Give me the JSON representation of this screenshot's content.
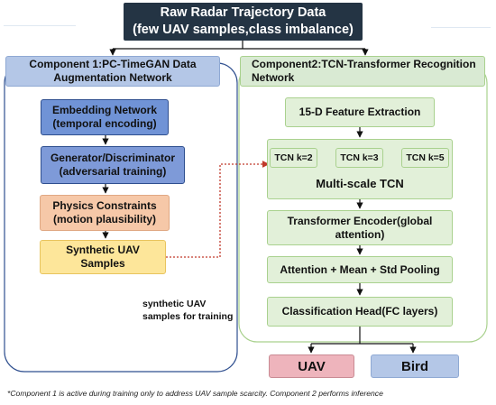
{
  "top": {
    "line1": "Raw Radar Trajectory Data",
    "line2": "(few UAV samples,class imbalance)"
  },
  "component1": {
    "title_line1": "Component 1:PC-TimeGAN Data",
    "title_line2": "Augmentation Network",
    "blocks": [
      {
        "line1": "Embedding Network",
        "line2": "(temporal encoding)"
      },
      {
        "line1": "Generator/Discriminator",
        "line2": "(adversarial training)"
      },
      {
        "line1": "Physics Constraints",
        "line2": "(motion plausibility)"
      },
      {
        "line1": "Synthetic UAV",
        "line2": "Samples"
      }
    ]
  },
  "component2": {
    "title_line1": "Component2:TCN-Transformer Recognition",
    "title_line2": "Network",
    "feature": "15-D Feature Extraction",
    "tcn_branches": [
      "TCN k=2",
      "TCN k=3",
      "TCN k=5"
    ],
    "multiscale_label": "Multi-scale TCN",
    "transformer_line1": "Transformer Encoder(global",
    "transformer_line2": "attention)",
    "pooling": "Attention + Mean + Std Pooling",
    "classification": "Classification Head(FC layers)"
  },
  "synthetic_note": {
    "line1": "synthetic UAV",
    "line2": "samples for training"
  },
  "outputs": {
    "uav": "UAV",
    "bird": "Bird"
  },
  "footnote": "*Component 1 is active during training only to address UAV sample scarcity. Component 2 performs inference",
  "colors": {
    "title_fill": "#243444",
    "comp1_title_fill": "#b4c7e7",
    "comp1_border": "#2f4f8f",
    "embedding_fill": "#7093d6",
    "generator_fill": "#7e9ad8",
    "physics_fill": "#f6c8a8",
    "synthetic_fill": "#fde69a",
    "comp2_title_fill": "#d9ead3",
    "comp2_border": "#a9d18e",
    "green_box_fill": "#e2f0d9",
    "uav_fill": "#eeb4bc",
    "bird_fill": "#b4c7e7",
    "dashed_arrow": "#c0392b"
  }
}
